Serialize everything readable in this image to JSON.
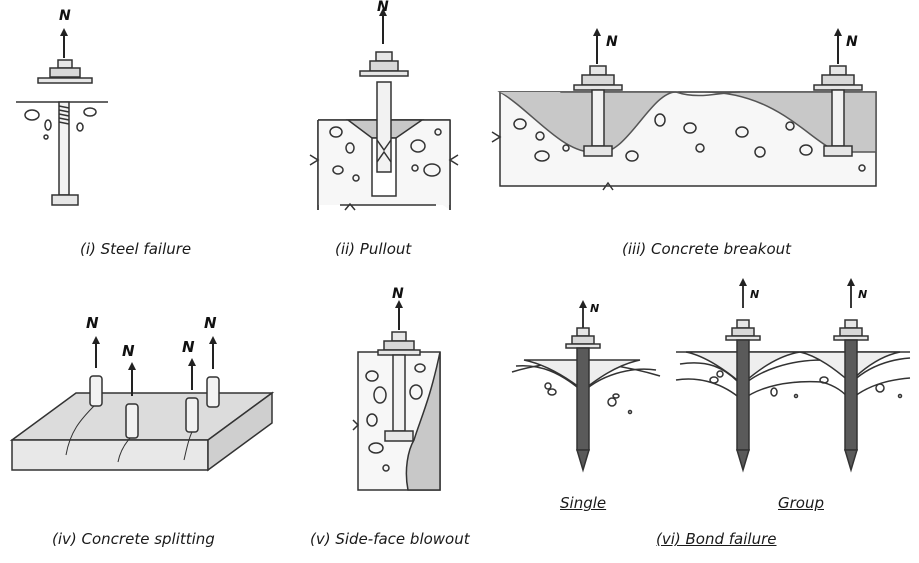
{
  "force_symbol": "N",
  "captions": {
    "steel_failure": "(i) Steel failure",
    "pullout": "(ii) Pullout",
    "concrete_breakout": "(iii) Concrete breakout",
    "concrete_splitting": "(iv) Concrete splitting",
    "side_face_blowout": "(v) Side-face blowout",
    "bond_failure": "(vi) Bond failure",
    "single": "Single",
    "group": "Group"
  },
  "colors": {
    "line": "#333333",
    "concrete_fill": "#f7f7f7",
    "failure_fill": "#c8c8c8",
    "rod_fill": "#5a5a5a"
  }
}
